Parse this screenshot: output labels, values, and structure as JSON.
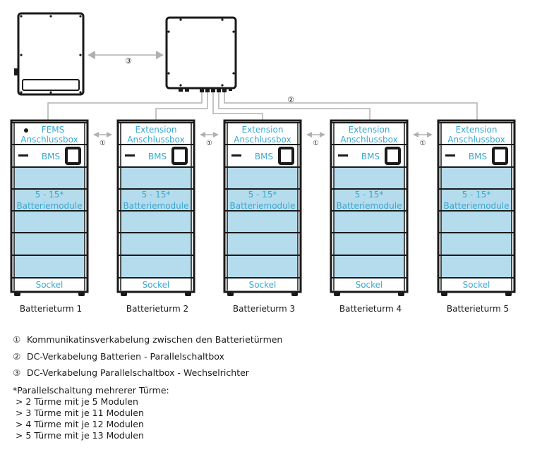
{
  "devices": {
    "inverter": "inverter",
    "junction_box": "parallel-junction-box"
  },
  "connection_markers": {
    "comm": "①",
    "dc_batteries": "②",
    "dc_inverter": "③"
  },
  "towers": [
    {
      "top": "FEMS",
      "top2": "Anschlussbox",
      "bms": "BMS",
      "modules1": "5 - 15*",
      "modules2": "Batteriemodule",
      "base": "Sockel",
      "caption": "Batterieturm 1"
    },
    {
      "top": "Extension",
      "top2": "Anschlussbox",
      "bms": "BMS",
      "modules1": "5 - 15*",
      "modules2": "Batteriemodule",
      "base": "Sockel",
      "caption": "Batterieturm 2"
    },
    {
      "top": "Extension",
      "top2": "Anschlussbox",
      "bms": "BMS",
      "modules1": "5 - 15*",
      "modules2": "Batteriemodule",
      "base": "Sockel",
      "caption": "Batterieturm 3"
    },
    {
      "top": "Extension",
      "top2": "Anschlussbox",
      "bms": "BMS",
      "modules1": "5 - 15*",
      "modules2": "Batteriemodule",
      "base": "Sockel",
      "caption": "Batterieturm 4"
    },
    {
      "top": "Extension",
      "top2": "Anschlussbox",
      "bms": "BMS",
      "modules1": "5 - 15*",
      "modules2": "Batteriemodule",
      "base": "Sockel",
      "caption": "Batterieturm 5"
    }
  ],
  "legend": [
    {
      "num": "①",
      "text": "Kommunikatinsverkabelung zwischen den Batterietürmen"
    },
    {
      "num": "②",
      "text": "DC-Verkabelung Batterien - Parallelschaltbox"
    },
    {
      "num": "③",
      "text": "DC-Verkabelung Parallelschaltbox - Wechselrichter"
    }
  ],
  "note": {
    "title": "*Parallelschaltung mehrerer Türme:",
    "lines": [
      " > 2 Türme mit je 5 Modulen",
      " > 3 Türme mit je 11 Modulen",
      " > 4 Türme mit je 12 Modulen",
      " > 5 Türme mit je 13 Modulen"
    ]
  },
  "colors": {
    "module_fill": "#b5dced",
    "label": "#3aa8d0",
    "wire": "#b0b0b0",
    "frame": "#1a1a1a"
  }
}
